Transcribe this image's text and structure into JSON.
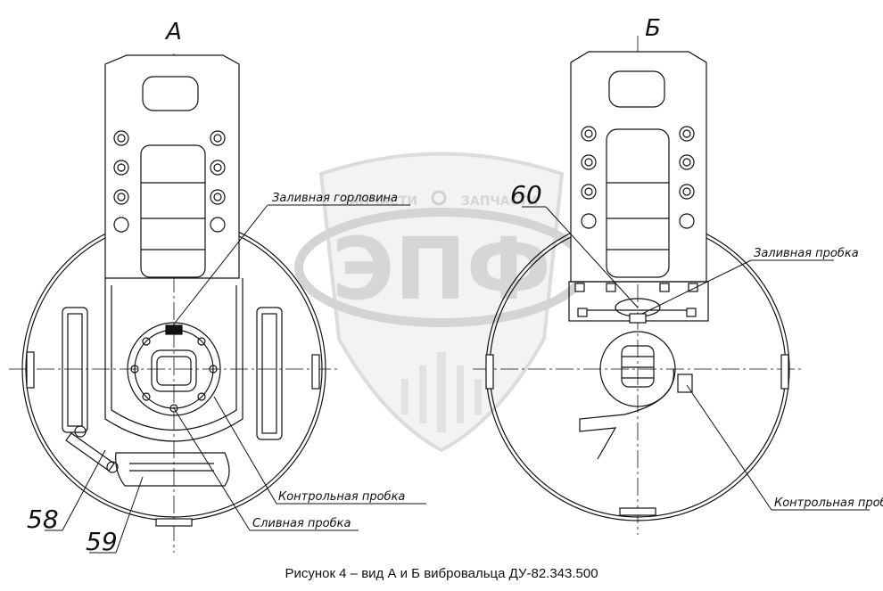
{
  "view_a": {
    "title": "А",
    "labels": {
      "fill_neck": "Заливная горловина",
      "control_plug": "Контрольная пробка",
      "drain_plug": "Сливная пробка",
      "part_58": "58",
      "part_59": "59"
    }
  },
  "view_b": {
    "title": "Б",
    "labels": {
      "part_60": "60",
      "fill_plug": "Заливная пробка",
      "control_plug": "Контрольная пробка"
    }
  },
  "watermark": {
    "left": "ЗАПЧАСТИ",
    "right": "ЗАПЧАСТИ",
    "logo": "ЭПФ"
  },
  "caption": "Рисунок 4 –  вид А и Б вибровальца  ДУ-82.343.500"
}
